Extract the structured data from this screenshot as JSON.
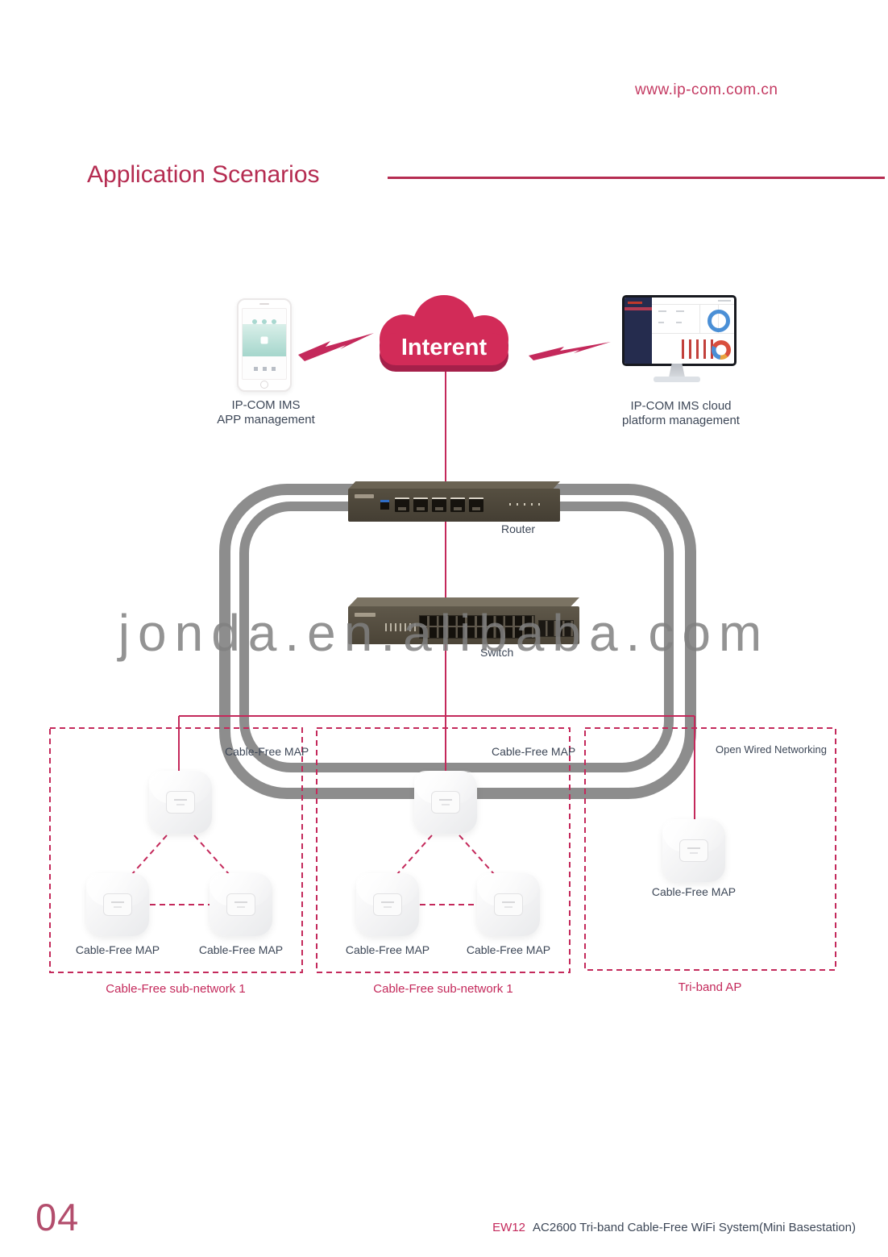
{
  "header": {
    "url": "www.ip-com.com.cn",
    "title": "Application Scenarios"
  },
  "cloud": {
    "label": "Interent"
  },
  "management": {
    "app": {
      "line1": "IP-COM IMS",
      "line2": "APP management"
    },
    "platform": {
      "line1": "IP-COM IMS cloud",
      "line2": "platform management"
    }
  },
  "devices": {
    "router": "Router",
    "switch": "Switch"
  },
  "subnetworks": [
    {
      "header": "Cable-Free MAP",
      "ap1": "Cable-Free MAP",
      "ap2": "Cable-Free MAP",
      "caption": "Cable-Free sub-network 1"
    },
    {
      "header": "Cable-Free MAP",
      "ap1": "Cable-Free MAP",
      "ap2": "Cable-Free MAP",
      "caption": "Cable-Free sub-network 1"
    },
    {
      "header": "Open Wired Networking",
      "ap1": "Cable-Free MAP",
      "caption": "Tri-band AP"
    }
  ],
  "watermark": {
    "text": "jonda.en.alibaba.com"
  },
  "footer": {
    "page_number": "04",
    "model": "EW12",
    "product": "AC2600 Tri-band  Cable-Free WiFi System(Mini Basestation)"
  },
  "colors": {
    "accent": "#c4295b",
    "cloud": "#d22b58",
    "cloud_shadow": "#a5204a",
    "dark_text": "#3d4757",
    "watermark_gray": "#8d8d8d"
  }
}
